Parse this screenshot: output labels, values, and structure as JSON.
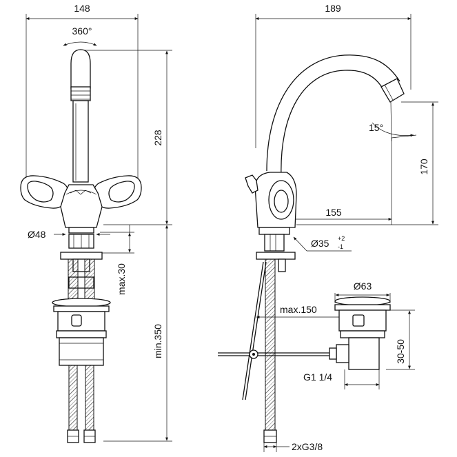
{
  "drawing": {
    "front_view": {
      "width_label": "148",
      "rotation_label": "360°",
      "height_label": "228",
      "base_diameter_label": "Ø48",
      "thread_label": "max.30",
      "hose_label": "min.350"
    },
    "side_view": {
      "width_label": "189",
      "angle_label": "15°",
      "spout_height_label": "170",
      "reach_label": "155",
      "hole_label": "Ø35",
      "hole_tol_plus": "+2",
      "hole_tol_minus": "-1",
      "rod_label": "max.150",
      "waste_diameter_label": "Ø63",
      "waste_height_label": "30-50",
      "waste_thread_label": "G1 1/4",
      "connection_label": "2xG3/8"
    }
  }
}
